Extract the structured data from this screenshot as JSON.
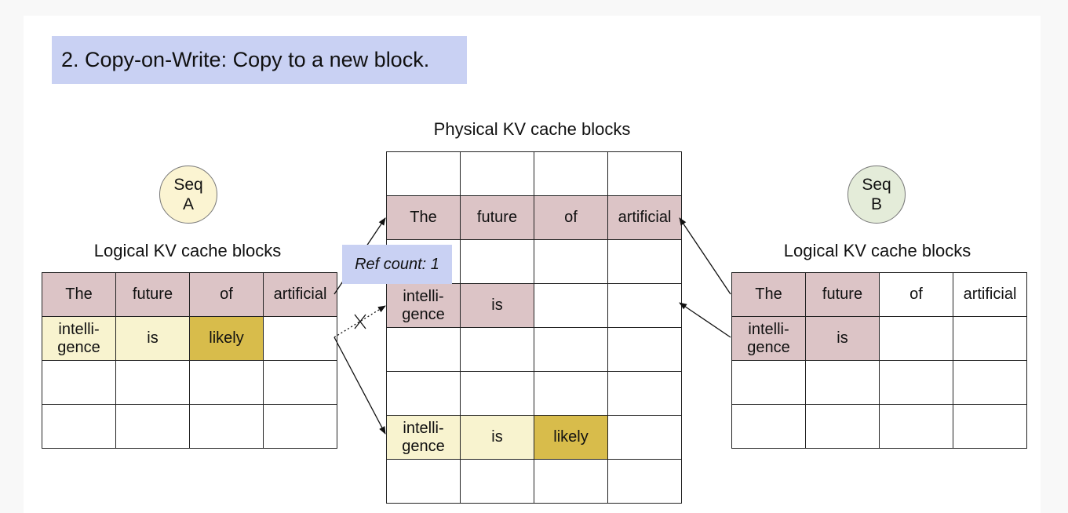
{
  "title": "2. Copy-on-Write: Copy to a new block.",
  "physical": {
    "label": "Physical KV cache blocks",
    "rows": [
      [
        "",
        "",
        "",
        ""
      ],
      [
        "The",
        "future",
        "of",
        "artificial"
      ],
      [
        "",
        "",
        "",
        ""
      ],
      [
        "intelli-\ngence",
        "is",
        "",
        ""
      ],
      [
        "",
        "",
        "",
        ""
      ],
      [
        "",
        "",
        "",
        ""
      ],
      [
        "intelli-\ngence",
        "is",
        "likely",
        ""
      ],
      [
        "",
        "",
        "",
        ""
      ]
    ],
    "fills": [
      [
        "",
        "",
        "",
        ""
      ],
      [
        "pink",
        "pink",
        "pink",
        "pink"
      ],
      [
        "",
        "",
        "",
        ""
      ],
      [
        "pink",
        "pink",
        "",
        ""
      ],
      [
        "",
        "",
        "",
        ""
      ],
      [
        "",
        "",
        "",
        ""
      ],
      [
        "cream",
        "cream",
        "gold",
        ""
      ],
      [
        "",
        "",
        "",
        ""
      ]
    ]
  },
  "seq_a": {
    "circle": "Seq\nA",
    "label": "Logical KV cache blocks",
    "rows": [
      [
        "The",
        "future",
        "of",
        "artificial"
      ],
      [
        "intelli-\ngence",
        "is",
        "likely",
        ""
      ],
      [
        "",
        "",
        "",
        ""
      ],
      [
        "",
        "",
        "",
        ""
      ]
    ],
    "fills": [
      [
        "pink",
        "pink",
        "pink",
        "pink"
      ],
      [
        "cream",
        "cream",
        "gold",
        ""
      ],
      [
        "",
        "",
        "",
        ""
      ],
      [
        "",
        "",
        "",
        ""
      ]
    ],
    "circle_color": "#fbf4d2"
  },
  "seq_b": {
    "circle": "Seq\nB",
    "label": "Logical KV cache blocks",
    "rows": [
      [
        "The",
        "future",
        "of",
        "artificial"
      ],
      [
        "intelli-\ngence",
        "is",
        "",
        ""
      ],
      [
        "",
        "",
        "",
        ""
      ],
      [
        "",
        "",
        "",
        ""
      ]
    ],
    "fills": [
      [
        "pink",
        "pink",
        "",
        ""
      ],
      [
        "pink",
        "pink",
        "",
        ""
      ],
      [
        "",
        "",
        "",
        ""
      ],
      [
        "",
        "",
        "",
        ""
      ]
    ],
    "circle_color": "#e4ecd9"
  },
  "ref_count": "Ref count: 1",
  "colors": {
    "pink": "#dcc4c6",
    "cream": "#f8f3cf",
    "gold": "#d8bc4b",
    "title_bg": "#c9d1f3"
  }
}
